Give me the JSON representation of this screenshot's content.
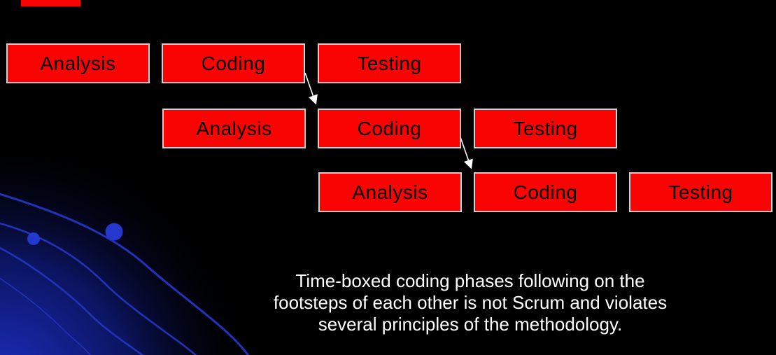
{
  "slide": {
    "type": "presentation-slide",
    "rows": [
      {
        "name": "sprint-1",
        "boxes": [
          "Analysis",
          "Coding",
          "Testing"
        ]
      },
      {
        "name": "sprint-2",
        "boxes": [
          "Analysis",
          "Coding",
          "Testing"
        ]
      },
      {
        "name": "sprint-3",
        "boxes": [
          "Analysis",
          "Coding",
          "Testing"
        ]
      }
    ],
    "arrows": [
      {
        "name": "coding-row1-to-coding-row2"
      },
      {
        "name": "coding-row2-to-coding-row3"
      }
    ],
    "caption": {
      "lines": [
        "Time-boxed coding phases following on the",
        "footsteps of each other is not Scrum and violates",
        "several principles of the methodology."
      ],
      "full_text": "Time-boxed coding phases following on the footsteps of each other is not Scrum and violates several principles of the methodology."
    }
  },
  "colors": {
    "background": "#000000",
    "box_fill": "#fa0403",
    "box_border": "#d6cfcf",
    "box_text": "#000000",
    "caption_text": "#ffffff",
    "arrow": "#ffffff",
    "decor_line": "#2233bb",
    "decor_dot": "#2438cd",
    "decor_glow": "#1d2fc9"
  }
}
